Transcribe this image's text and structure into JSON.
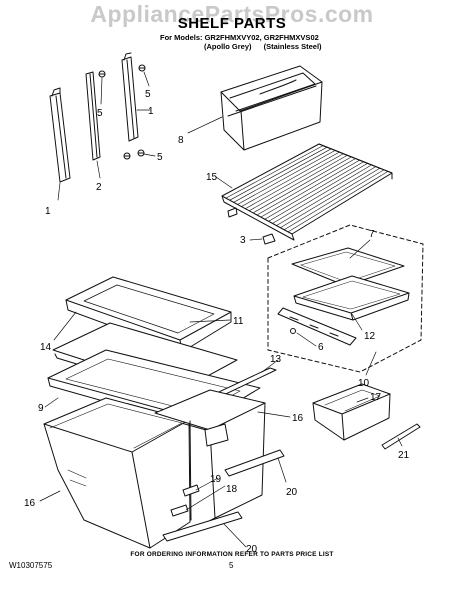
{
  "watermark": "AppliancePartsPros.com",
  "title": "SHELF PARTS",
  "models_line": "For Models: GR2FHMXVY02, GR2FHMXVS02",
  "variants": [
    "(Apollo Grey)",
    "(Stainless Steel)"
  ],
  "callouts": [
    "1",
    "1",
    "2",
    "3",
    "5",
    "5",
    "5",
    "6",
    "7",
    "8",
    "9",
    "10",
    "11",
    "12",
    "13",
    "14",
    "15",
    "16",
    "16",
    "17",
    "18",
    "19",
    "20",
    "20",
    "21"
  ],
  "footer": "FOR ORDERING INFORMATION REFER TO PARTS PRICE LIST",
  "doc_number": "W10307575",
  "page_number": "5"
}
